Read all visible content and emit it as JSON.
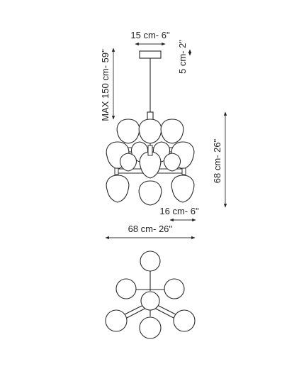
{
  "dimensions": {
    "canopy_width": "15 cm- 6\"",
    "canopy_height": "5 cm- 2\"",
    "max_drop": "MAX 150 cm- 59\"",
    "fixture_height": "68 cm- 26\"",
    "globe_width": "16 cm- 6\"",
    "fixture_width": "68 cm- 26''"
  },
  "colors": {
    "line": "#222222",
    "background": "#ffffff"
  }
}
